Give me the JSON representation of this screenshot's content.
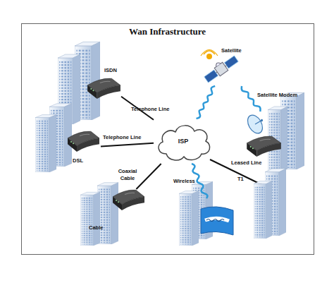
{
  "diagram": {
    "title": "Wan Infrastructure",
    "nodes": [
      {
        "text": [
          "Satellite"
        ]
      },
      {
        "text": [
          "ISDN"
        ]
      },
      {
        "text": [
          "Satellite Modem"
        ]
      },
      {
        "text": [
          "DSL"
        ]
      },
      {
        "text": [
          "ISP"
        ]
      },
      {
        "text": [
          "Cable"
        ]
      }
    ],
    "edges": [
      {
        "from": 1,
        "to": 4,
        "arrow": "none",
        "label": "Telephone Line"
      },
      {
        "from": 3,
        "to": 4,
        "arrow": "none",
        "label": "Telephone Line"
      },
      {
        "from": 5,
        "to": 4,
        "arrow": "none",
        "label": "Coaxial Cable"
      },
      {
        "from": 4,
        "to": 0,
        "arrow": "none"
      },
      {
        "from": 0,
        "to": 2,
        "arrow": "none"
      }
    ],
    "labels": [
      "Wireless",
      "Leased Line",
      "T1"
    ]
  }
}
